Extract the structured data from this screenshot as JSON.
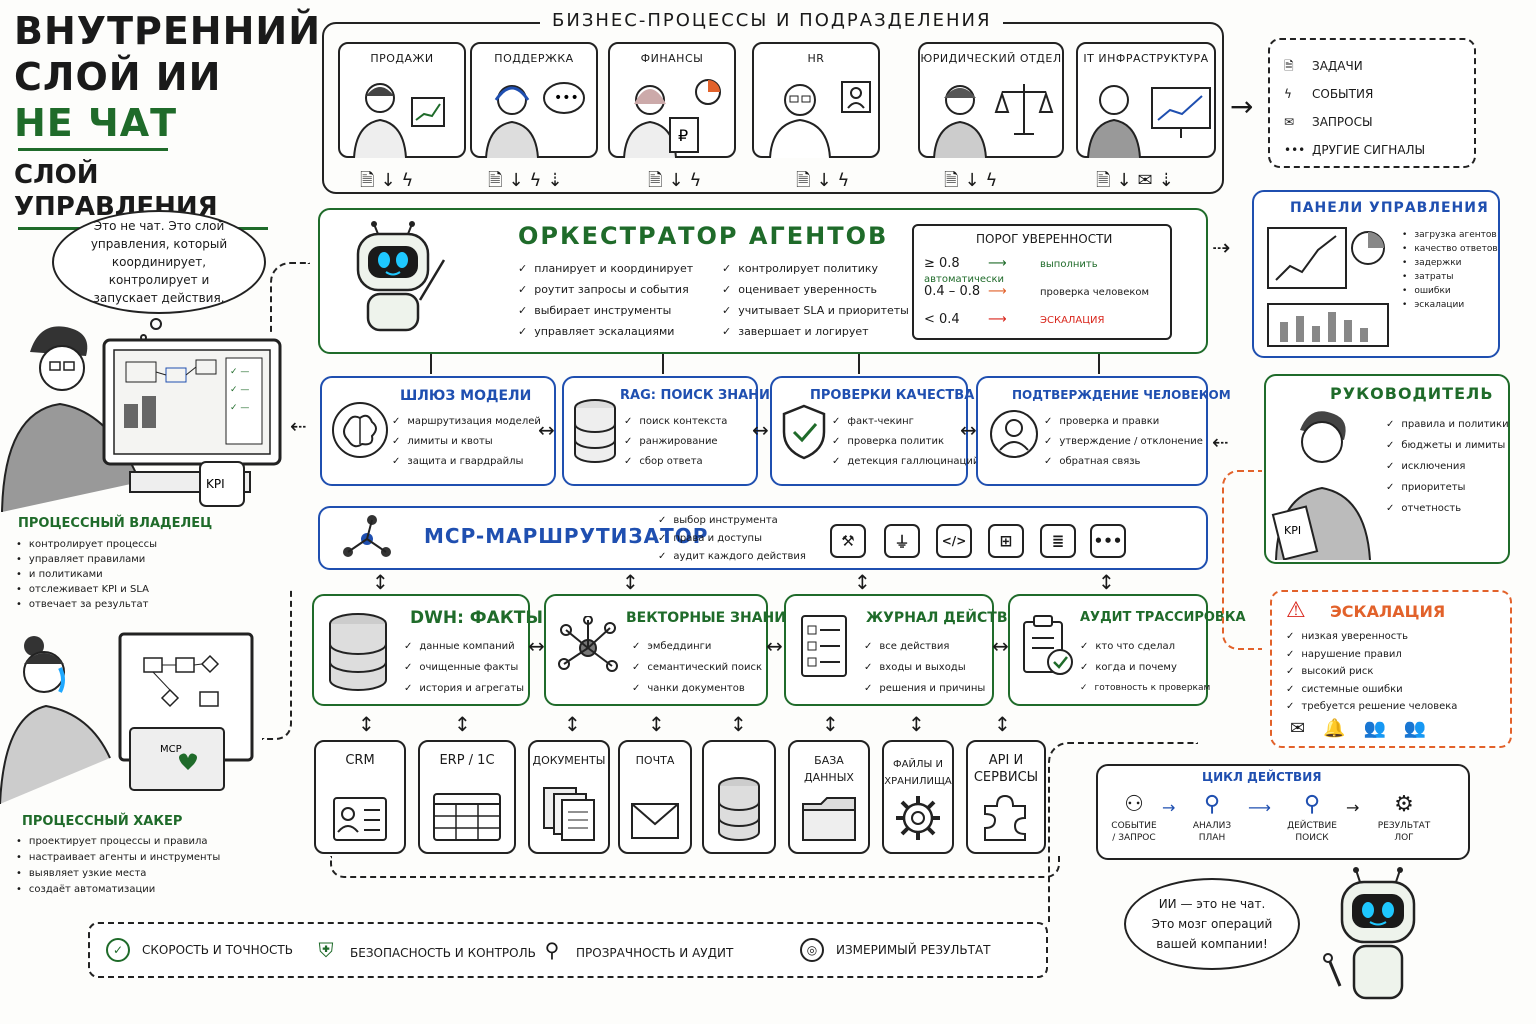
{
  "header": {
    "line1": "ВНУТРЕННИЙ",
    "line2": "СЛОЙ ИИ",
    "line3": "НЕ ЧАТ",
    "line4": "СЛОЙ УПРАВЛЕНИЯ"
  },
  "business": {
    "title": "БИЗНЕС-ПРОЦЕССЫ И ПОДРАЗДЕЛЕНИЯ",
    "departments": [
      "ПРОДАЖИ",
      "ПОДДЕРЖКА",
      "ФИНАНСЫ",
      "HR",
      "ЮРИДИЧЕСКИЙ ОТДЕЛ",
      "IT ИНФРАСТРУКТУРА"
    ]
  },
  "signals": {
    "items": [
      "ЗАДАЧИ",
      "СОБЫТИЯ",
      "ЗАПРОСЫ",
      "ДРУГИЕ СИГНАЛЫ"
    ]
  },
  "thought_bubble": {
    "text": "Это не чат. Это слой управления, который координирует, контролирует и запускает действия."
  },
  "orchestrator": {
    "title": "ОРКЕСТРАТОР АГЕНТОВ",
    "left_items": [
      "планирует и координирует",
      "роутит запросы и события",
      "выбирает инструменты",
      "управляет эскалациями"
    ],
    "right_items": [
      "контролирует политику",
      "оценивает уверенность",
      "учитывает SLA и приоритеты",
      "завершает и логирует"
    ],
    "threshold": {
      "title": "ПОРОГ УВЕРЕННОСТИ",
      "rows": [
        {
          "range": "≥ 0.8",
          "action": "выполнить автоматически",
          "color": "#1f6b2a"
        },
        {
          "range": "0.4 – 0.8",
          "action": "проверка человеком",
          "color": "#e2622b"
        },
        {
          "range": "< 0.4",
          "action": "ЭСКАЛАЦИЯ",
          "color": "#d9261c"
        }
      ]
    }
  },
  "dashboards": {
    "title": "ПАНЕЛИ УПРАВЛЕНИЯ",
    "items": [
      "загрузка агентов",
      "качество ответов",
      "задержки",
      "затраты",
      "ошибки",
      "эскалации"
    ]
  },
  "model_gateway": {
    "title": "ШЛЮЗ МОДЕЛИ",
    "items": [
      "маршрутизация моделей",
      "лимиты и квоты",
      "защита и гвардрайлы"
    ]
  },
  "rag": {
    "title": "RAG: ПОИСК ЗНАНИЙ",
    "items": [
      "поиск контекста",
      "ранжирование",
      "сбор ответа"
    ]
  },
  "quality": {
    "title": "ПРОВЕРКИ КАЧЕСТВА",
    "items": [
      "факт-чекинг",
      "проверка политик",
      "детекция галлюцинаций"
    ]
  },
  "human_approval": {
    "title": "ПОДТВЕРЖДЕНИЕ ЧЕЛОВЕКОМ",
    "items": [
      "проверка и правки",
      "утверждение / отклонение",
      "обратная связь"
    ]
  },
  "manager": {
    "title": "РУКОВОДИТЕЛЬ",
    "items": [
      "правила и политики",
      "бюджеты и лимиты",
      "исключения",
      "приоритеты",
      "отчетность"
    ],
    "tablet_label": "KPI"
  },
  "mcp": {
    "title": "MCP-МАРШРУТИЗАТОР",
    "items": [
      "выбор инструмента",
      "права и доступы",
      "аудит каждого действия"
    ]
  },
  "process_owner": {
    "title": "ПРОЦЕССНЫЙ ВЛАДЕЛЕЦ",
    "items": [
      "контролирует процессы",
      "управляет правилами",
      "и политиками",
      "отслеживает KPI и SLA",
      "отвечает за результат"
    ],
    "mug_label": "KPI"
  },
  "process_hacker": {
    "title": "ПРОЦЕССНЫЙ ХАКЕР",
    "items": [
      "проектирует процессы и правила",
      "настраивает агенты и инструменты",
      "выявляет узкие места",
      "создаёт автоматизации"
    ],
    "laptop_label": "MCP"
  },
  "dwh": {
    "title": "DWH: ФАКТЫ",
    "items": [
      "данные компаний",
      "очищенные факты",
      "история и агрегаты"
    ]
  },
  "vector": {
    "title": "ВЕКТОРНЫЕ ЗНАНИЯ",
    "items": [
      "эмбеддинги",
      "семантический поиск",
      "чанки документов"
    ]
  },
  "action_log": {
    "title": "ЖУРНАЛ ДЕЙСТВИЙ",
    "items": [
      "все действия",
      "входы и выходы",
      "решения и причины"
    ]
  },
  "audit": {
    "title": "АУДИТ ТРАССИРОВКА",
    "items": [
      "кто что сделал",
      "когда и почему",
      "готовность к проверкам"
    ]
  },
  "escalation": {
    "title": "ЭСКАЛАЦИЯ",
    "items": [
      "низкая уверенность",
      "нарушение правил",
      "высокий риск",
      "системные ошибки",
      "требуется решение человека"
    ]
  },
  "sources": [
    "CRM",
    "ERP / 1C",
    "ДОКУМЕНТЫ",
    "ПОЧТА",
    "",
    "БАЗА ДАННЫХ",
    "ФАЙЛЫ И ХРАНИЛИЩА",
    "API И СЕРВИСЫ"
  ],
  "action_cycle": {
    "title": "ЦИКЛ ДЕЙСТВИЯ",
    "steps": [
      {
        "l1": "СОБЫТИЕ",
        "l2": "/ ЗАПРОС"
      },
      {
        "l1": "АНАЛИЗ",
        "l2": "ПЛАН"
      },
      {
        "l1": "ДЕЙСТВИЕ",
        "l2": "ПОИСК"
      },
      {
        "l1": "РЕЗУЛЬТАТ",
        "l2": "ЛОГ"
      }
    ]
  },
  "footer": {
    "items": [
      "СКОРОСТЬ И ТОЧНОСТЬ",
      "БЕЗОПАСНОСТЬ И КОНТРОЛЬ",
      "ПРОЗРАЧНОСТЬ И АУДИТ",
      "ИЗМЕРИМЫЙ РЕЗУЛЬТАТ"
    ]
  },
  "robot_bubble": {
    "text": "ИИ — это не чат. Это мозг операций вашей компании!"
  },
  "colors": {
    "green": "#1f6b2a",
    "blue": "#1f4fb0",
    "orange": "#e2622b",
    "red": "#d9261c",
    "robot_eye": "#1ec8ff"
  }
}
